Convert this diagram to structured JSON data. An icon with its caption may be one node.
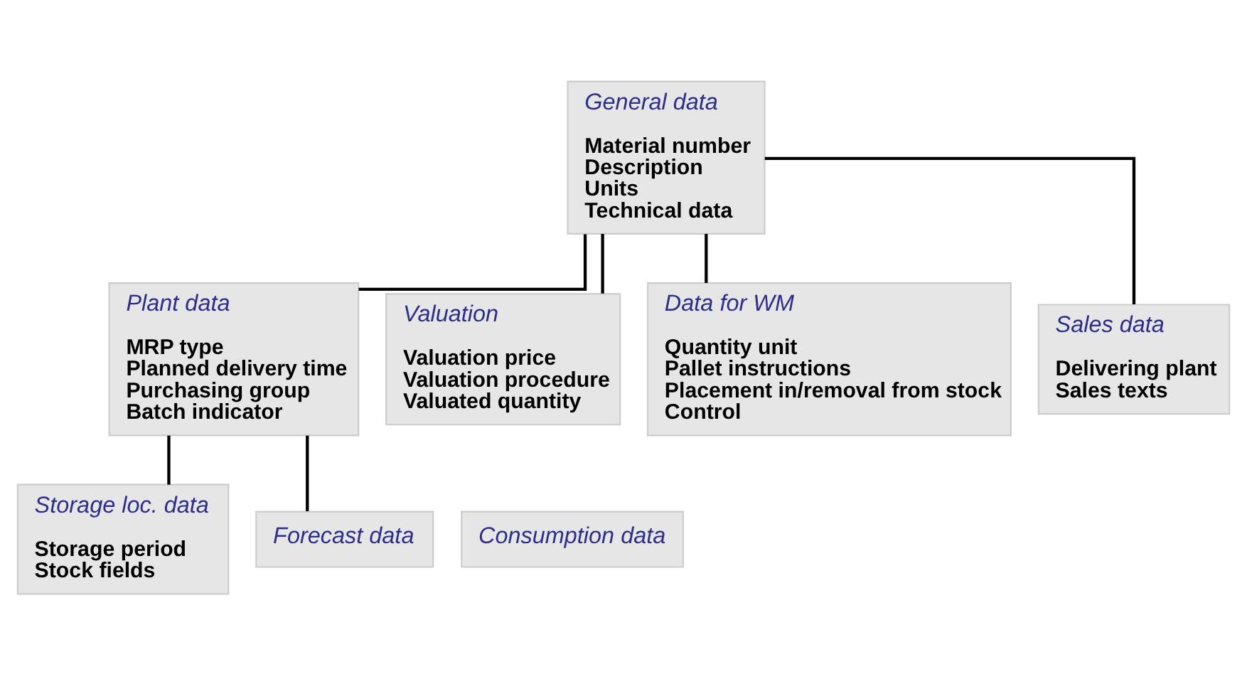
{
  "diagram": {
    "nodes": [
      {
        "text": [
          "General data",
          "Material number",
          "Description",
          "Units",
          "Technical data"
        ]
      },
      {
        "text": [
          "Plant data",
          "MRP type",
          "Planned delivery time",
          "Purchasing group",
          "Batch indicator"
        ]
      },
      {
        "text": [
          "Valuation",
          "Valuation price",
          "Valuation procedure",
          "Valuated quantity"
        ]
      },
      {
        "text": [
          "Data for WM",
          "Quantity unit",
          "Pallet instructions",
          "Placement in/removal from stock",
          "Control"
        ]
      },
      {
        "text": [
          "Sales data",
          "Delivering plant",
          "Sales texts"
        ]
      },
      {
        "text": [
          "Storage loc. data",
          "Storage period",
          "Stock fields"
        ]
      },
      {
        "text": [
          "Forecast data"
        ]
      },
      {
        "text": [
          "Consumption data"
        ]
      }
    ],
    "edges": [
      {
        "from": 0,
        "to": 1,
        "arrow": "none"
      },
      {
        "from": 0,
        "to": 2,
        "arrow": "none"
      },
      {
        "from": 0,
        "to": 3,
        "arrow": "none"
      },
      {
        "from": 0,
        "to": 4,
        "arrow": "none"
      },
      {
        "from": 1,
        "to": 5,
        "arrow": "none"
      },
      {
        "from": 1,
        "to": 6,
        "arrow": "none"
      }
    ]
  }
}
